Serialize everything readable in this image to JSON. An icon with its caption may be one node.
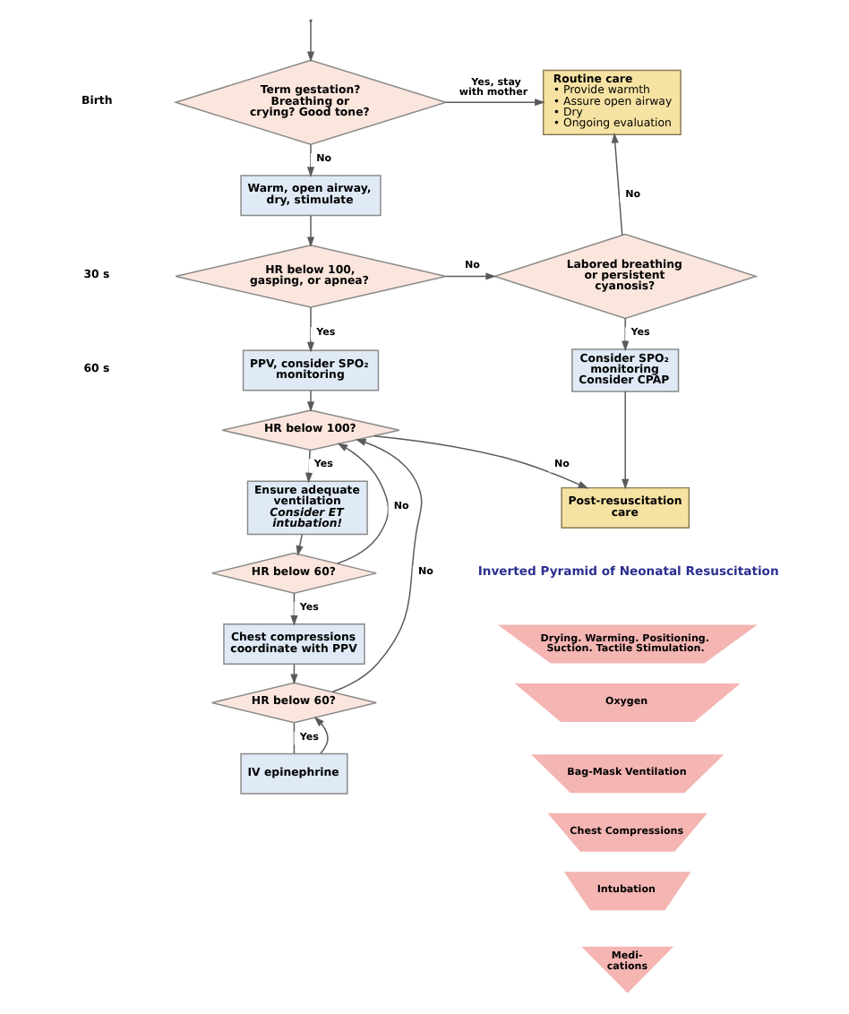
{
  "diagram": {
    "nodes": [
      {
        "text": [
          "Term gestation? Breathing or crying? Good tone?"
        ]
      },
      {
        "text": [
          "Warm, open airway, dry, stimulate"
        ]
      },
      {
        "text": [
          "HR below 100, gasping, or apnea?"
        ]
      },
      {
        "text": [
          "PPV, consider SPO₂ monitoring"
        ]
      },
      {
        "text": [
          "HR below 100?"
        ]
      },
      {
        "text": [
          "Ensure adequate ventilation",
          "Consider ET intubation!"
        ]
      },
      {
        "text": [
          "HR below 60?"
        ]
      },
      {
        "text": [
          "Chest compressions coordinate with PPV"
        ]
      },
      {
        "text": [
          "HR below 60?"
        ]
      },
      {
        "text": [
          "IV epinephrine"
        ]
      },
      {
        "text": [
          "Routine care",
          "• Provide warmth",
          "• Assure open airway",
          "• Dry",
          "• Ongoing evaluation"
        ]
      },
      {
        "text": [
          "Labored breathing or persistent cyanosis?"
        ]
      },
      {
        "text": [
          "Consider SPO₂ monitoring",
          "Consider CPAP"
        ]
      },
      {
        "text": [
          "Post-resuscitation care"
        ]
      },
      {
        "text": [
          "Drying. Warming. Positioning. Suction. Tactile Stimulation."
        ]
      },
      {
        "text": [
          "Oxygen"
        ]
      },
      {
        "text": [
          "Bag-Mask Ventilation"
        ]
      },
      {
        "text": [
          "Chest Compressions"
        ]
      },
      {
        "text": [
          "Intubation"
        ]
      },
      {
        "text": [
          "Medi- cations"
        ]
      }
    ],
    "edges": [
      {
        "from": null,
        "to": 0,
        "arrow": "to"
      },
      {
        "from": 0,
        "to": 10,
        "arrow": "to",
        "label": "Yes, stay with mother"
      },
      {
        "from": 0,
        "to": 1,
        "arrow": "to",
        "label": "No"
      },
      {
        "from": 1,
        "to": 2,
        "arrow": "to"
      },
      {
        "from": 2,
        "to": 11,
        "arrow": "to",
        "label": "No"
      },
      {
        "from": 2,
        "to": 3,
        "arrow": "to",
        "label": "Yes"
      },
      {
        "from": 3,
        "to": 4,
        "arrow": "to"
      },
      {
        "from": 4,
        "to": 13,
        "arrow": "to",
        "label": "No"
      },
      {
        "from": 4,
        "to": 5,
        "arrow": "to",
        "label": "Yes"
      },
      {
        "from": 5,
        "to": 6,
        "arrow": "to"
      },
      {
        "from": 6,
        "to": 4,
        "arrow": "to",
        "label": "No"
      },
      {
        "from": 6,
        "to": 7,
        "arrow": "to",
        "label": "Yes"
      },
      {
        "from": 7,
        "to": 8,
        "arrow": "to"
      },
      {
        "from": 8,
        "to": 4,
        "arrow": "to",
        "label": "No"
      },
      {
        "from": 8,
        "to": 9,
        "arrow": "none",
        "label": "Yes"
      },
      {
        "from": 9,
        "to": 8,
        "arrow": "to"
      },
      {
        "from": 11,
        "to": 10,
        "arrow": "to",
        "label": "No"
      },
      {
        "from": 11,
        "to": 12,
        "arrow": "to",
        "label": "Yes"
      },
      {
        "from": 12,
        "to": 13,
        "arrow": "to"
      }
    ],
    "labels": [
      "Birth",
      "30 s",
      "60 s",
      "Inverted Pyramid of Neonatal Resuscitation"
    ]
  }
}
